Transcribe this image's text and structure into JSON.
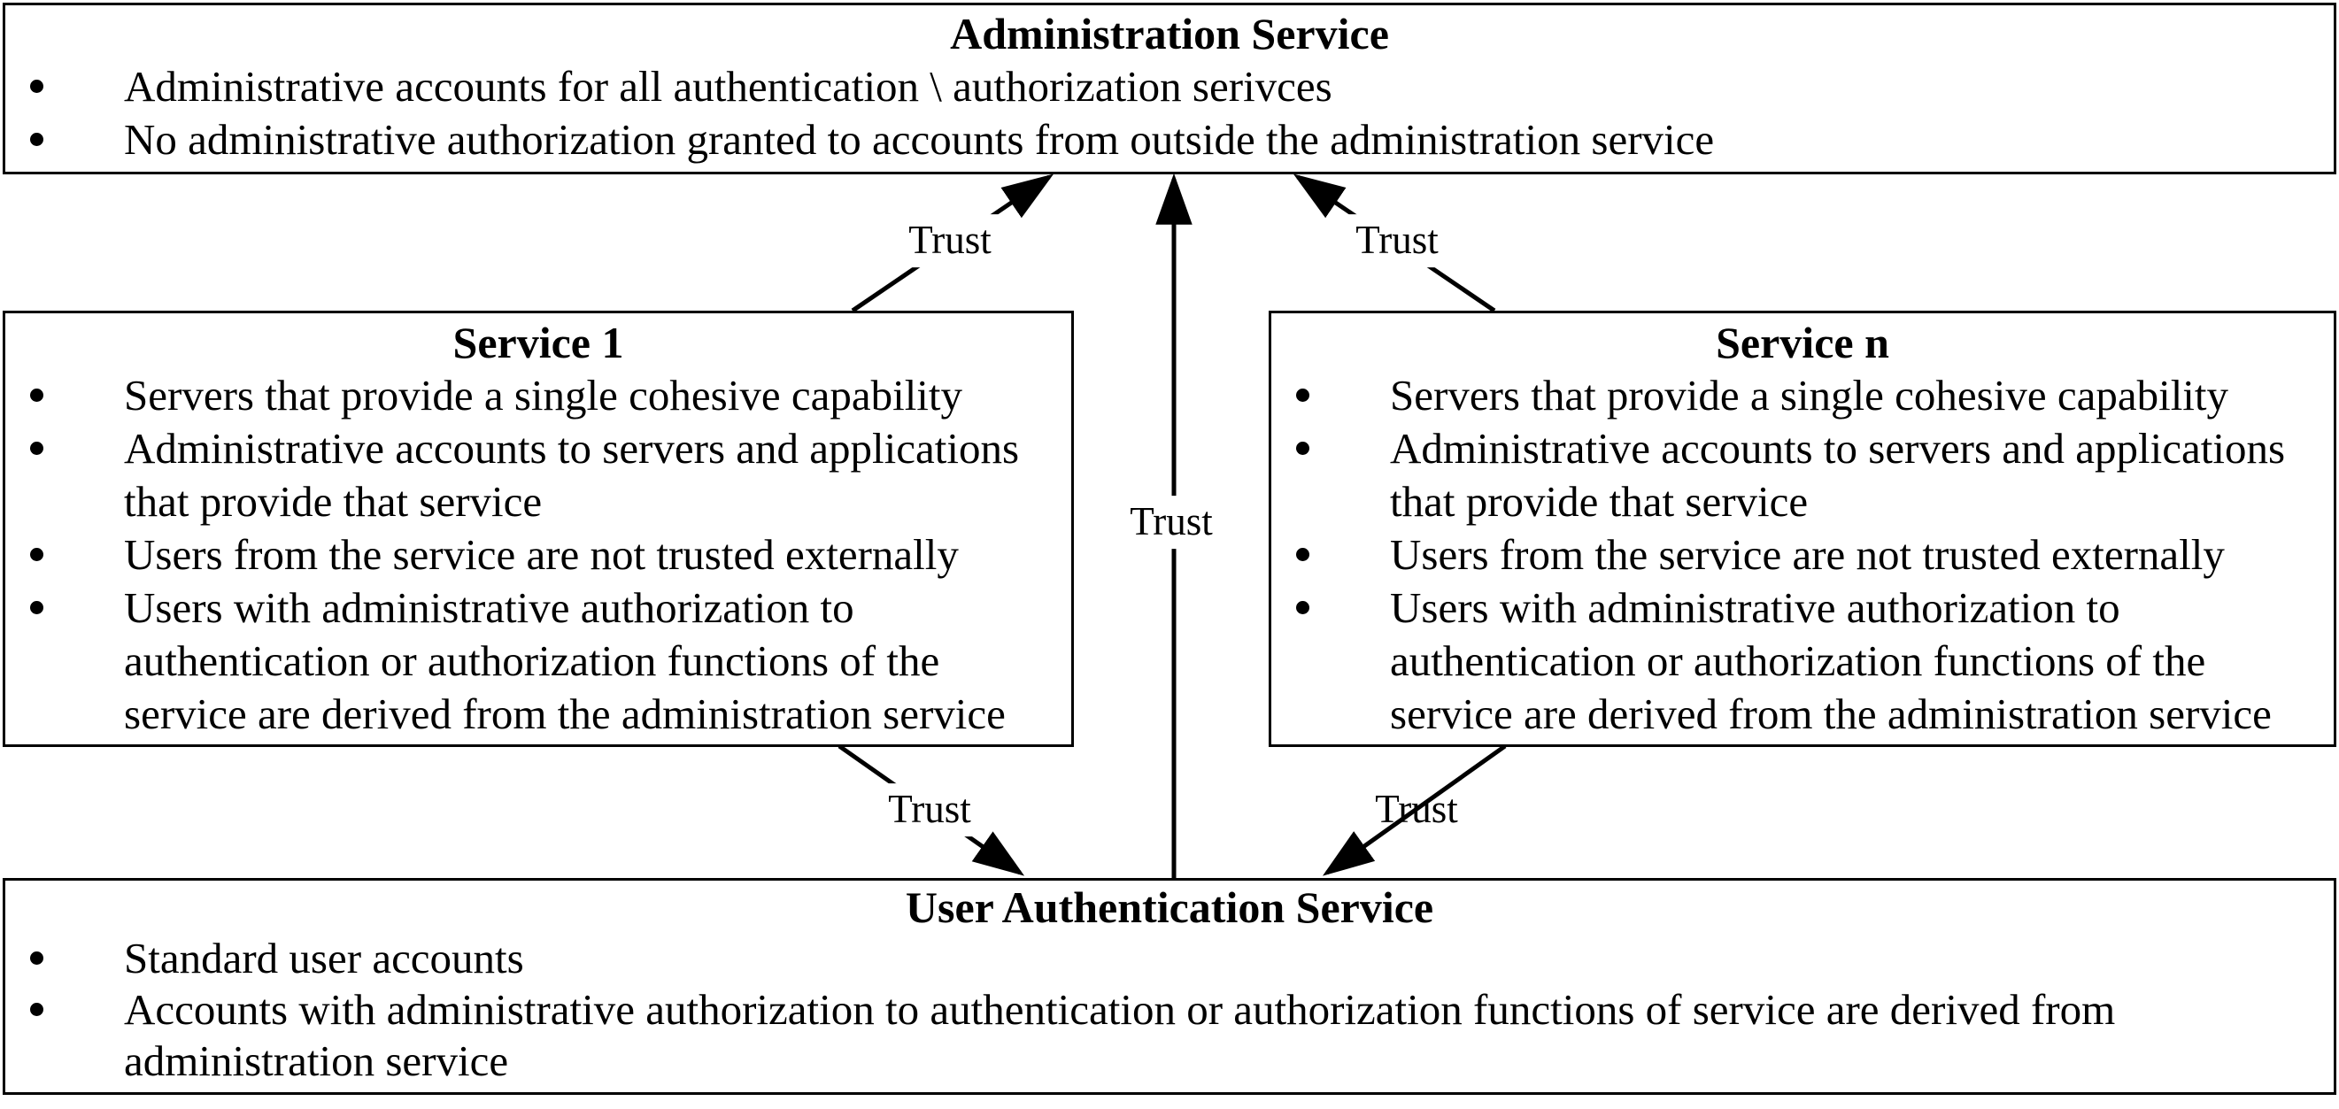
{
  "diagram": {
    "colors": {
      "line": "#000000",
      "background": "#ffffff",
      "text": "#000000"
    },
    "admin_box": {
      "title": "Administration Service",
      "bullets": [
        "Administrative accounts for all authentication \\ authorization serivces",
        "No administrative authorization granted to accounts from outside the administration service"
      ]
    },
    "service1_box": {
      "title": "Service 1",
      "bullets": [
        "Servers that provide a single cohesive capability",
        "Administrative accounts to servers and applications\nthat provide that service",
        "Users from the service are not trusted externally",
        "Users with administrative authorization to\nauthentication or authorization functions of the\nservice are derived from the administration service"
      ]
    },
    "servicen_box": {
      "title": "Service n",
      "bullets": [
        "Servers that provide a single cohesive capability",
        "Administrative accounts to servers and applications\nthat provide that service",
        "Users from the service are not trusted externally",
        "Users with administrative authorization to\nauthentication or authorization functions of the\nservice are derived from the administration service"
      ]
    },
    "auth_box": {
      "title": "User Authentication Service",
      "bullets": [
        "Standard user accounts",
        "Accounts with administrative authorization to authentication or authorization functions of service are derived from\nadministration service"
      ]
    },
    "arrows": [
      {
        "from": "Service 1",
        "to": "Administration Service",
        "label": "Trust"
      },
      {
        "from": "User Authentication Service",
        "to": "Administration Service",
        "label": "Trust"
      },
      {
        "from": "Service n",
        "to": "Administration Service",
        "label": "Trust"
      },
      {
        "from": "Service 1",
        "to": "User Authentication Service",
        "label": "Trust"
      },
      {
        "from": "Service n",
        "to": "User Authentication Service",
        "label": "Trust"
      }
    ]
  }
}
